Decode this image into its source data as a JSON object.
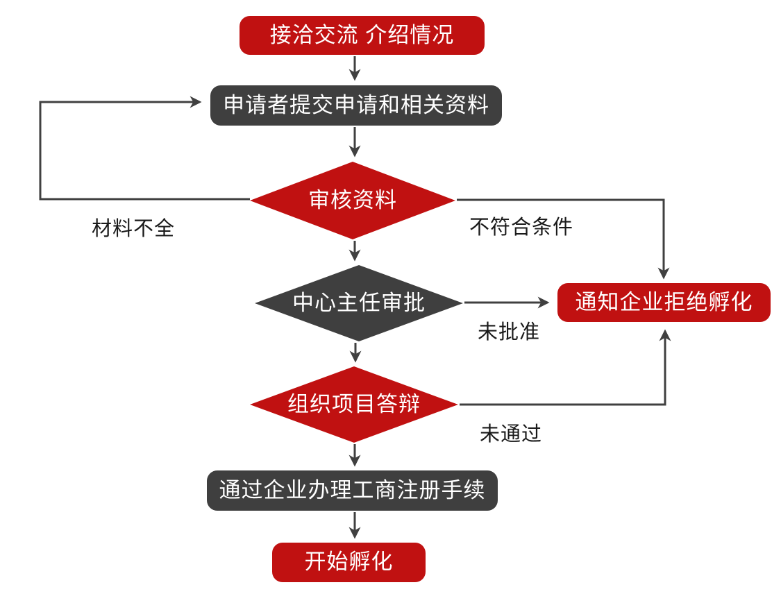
{
  "colors": {
    "red": "#C01111",
    "dark": "#3F3F3F",
    "line": "#404040",
    "label": "#1A1A1A"
  },
  "nodes": {
    "start": {
      "label": "接洽交流 介绍情况",
      "shape": "rounded-rect",
      "color": "red"
    },
    "submit": {
      "label": "申请者提交申请和相关资料",
      "shape": "rounded-rect",
      "color": "dark"
    },
    "review": {
      "label": "审核资料",
      "shape": "diamond",
      "color": "red"
    },
    "director_approval": {
      "label": "中心主任审批",
      "shape": "diamond",
      "color": "dark"
    },
    "project_defense": {
      "label": "组织项目答辩",
      "shape": "diamond",
      "color": "red"
    },
    "register": {
      "label": "通过企业办理工商注册手续",
      "shape": "rounded-rect",
      "color": "dark"
    },
    "start_incubation": {
      "label": "开始孵化",
      "shape": "rounded-rect",
      "color": "red"
    },
    "reject": {
      "label": "通知企业拒绝孵化",
      "shape": "rounded-rect",
      "color": "red"
    }
  },
  "edge_labels": {
    "materials_incomplete": "材料不全",
    "not_qualified": "不符合条件",
    "not_approved": "未批准",
    "not_passed": "未通过"
  }
}
